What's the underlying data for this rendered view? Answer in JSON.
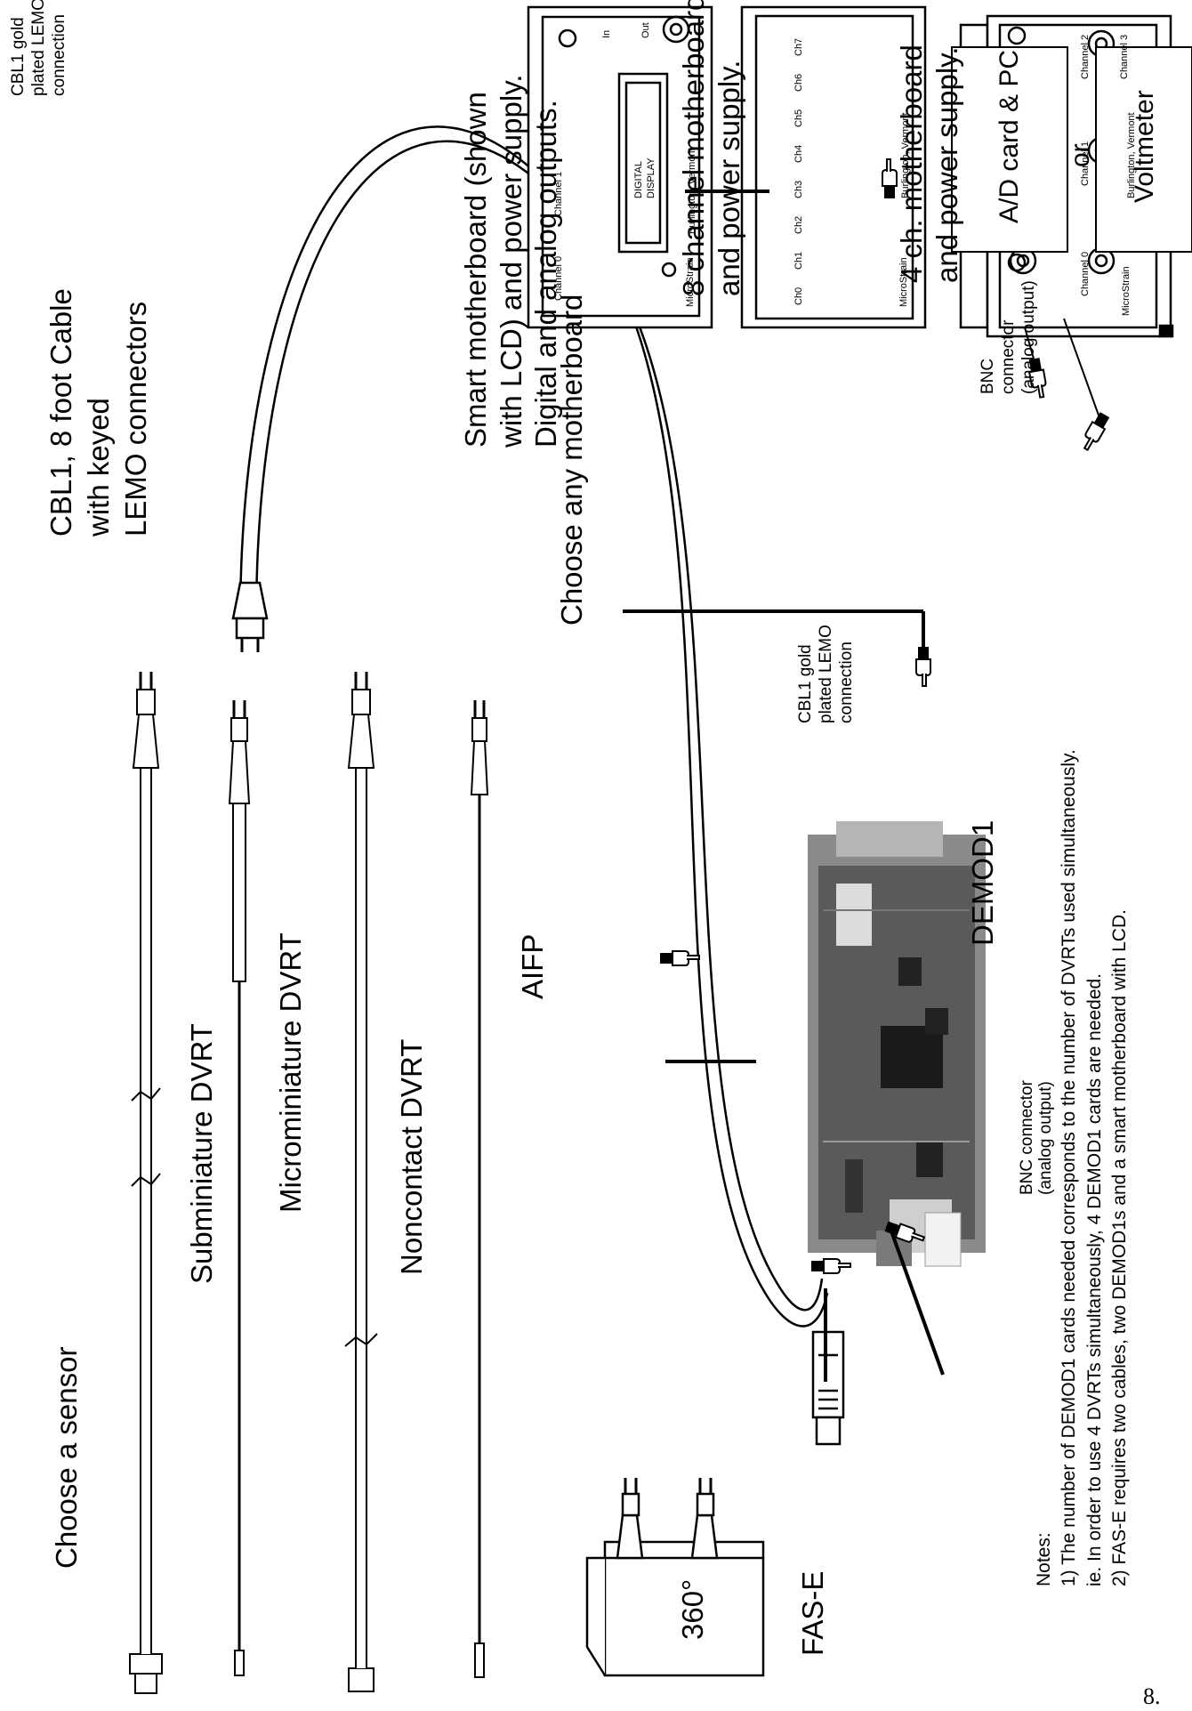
{
  "sensors": {
    "heading": "Choose a sensor",
    "items": [
      "Subminiature DVRT",
      "Microminiature DVRT",
      "Noncontact DVRT",
      "AIFP"
    ],
    "fas": {
      "name": "FAS-E",
      "angle": "360°"
    }
  },
  "cable": {
    "title": [
      "CBL1, 8 foot Cable",
      "with keyed",
      "LEMO connectors"
    ]
  },
  "demod": {
    "name": "DEMOD1",
    "lemo_label": [
      "CBL1 gold",
      "plated LEMO",
      "connection"
    ],
    "bnc_label": [
      "BNC connector",
      "(analog output)"
    ]
  },
  "motherboard": {
    "heading": "Choose any motherboard",
    "four_ch": {
      "caption": [
        "4 ch. motherboard",
        "and power supply."
      ],
      "channels": [
        "Channel 0",
        "Channel 1",
        "Channel 2",
        "Channel 3"
      ]
    },
    "eight_ch": {
      "caption": [
        "8 channel motherboard",
        "and power supply."
      ],
      "channels": [
        "Ch0",
        "Ch1",
        "Ch2",
        "Ch3",
        "Ch4",
        "Ch5",
        "Ch6",
        "Ch7"
      ]
    },
    "smart": {
      "caption": [
        "Smart motherboard (shown",
        "with LCD) and power supply.",
        "Digital and analog outputs."
      ],
      "display": [
        "DIGITAL",
        "DISPLAY"
      ],
      "in_label": "In",
      "out_label": "Out",
      "channels": [
        "Channel 0",
        "Channel 1"
      ]
    },
    "brand": "MicroStrain",
    "location": "Burlington, Vermont",
    "lemo_label": [
      "CBL1 gold",
      "plated LEMO",
      "connection"
    ],
    "bnc_label": [
      "BNC",
      "connector",
      "(analog output)"
    ]
  },
  "outputs": {
    "ad": "A/D card & PC",
    "or": "or",
    "voltmeter": "Voltmeter"
  },
  "notes": {
    "heading": "Notes:",
    "lines": [
      "1)  The number of DEMOD1 cards needed corresponds to the number of DVRTs used simultaneously.",
      "     ie.  In order to use 4 DVRTs simultaneously, 4 DEMOD1 cards are needed.",
      "2)  FAS-E requires two cables, two DEMOD1s and a smart motherboard with LCD."
    ]
  },
  "page_number": "8."
}
